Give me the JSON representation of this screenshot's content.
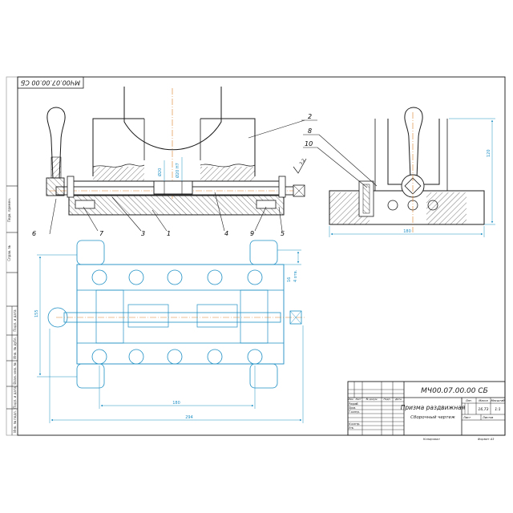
{
  "colors": {
    "background": "#ffffff",
    "outline": "#1a1a1a",
    "hidden_and_dims": "#1d8fc4",
    "axis": "#d9802a"
  },
  "rotated_code": "МЧ00.07.00.00 СБ",
  "callouts": [
    "1",
    "2",
    "3",
    "4",
    "5",
    "6",
    "7",
    "8",
    "9",
    "10"
  ],
  "dimensions": {
    "front_bore_1": "Ø20",
    "front_bore_2": "Ø20 H7",
    "side_height": "120",
    "side_width": "180",
    "plan_height": "155",
    "plan_width_inner": "180",
    "plan_width_overall": "294",
    "plan_small_1": "16",
    "plan_small_2": "4 отв."
  },
  "roughness": "3.2",
  "side_margin_labels": [
    "Перв. примен.",
    "Справ. №",
    "Подп. и дата",
    "Инв. № дубл.",
    "Взам. инв. №",
    "Подп. и дата",
    "Инв. № подл."
  ],
  "title_block": {
    "designation": "МЧ00.07.00.00 СБ",
    "title_line1": "Призма раздвижная",
    "title_line2": "Сборочный чертеж",
    "col_heads": [
      "Лит.",
      "Масса",
      "Масштаб"
    ],
    "mass": "16,73",
    "scale": "1:1",
    "sheet_label": "Лист",
    "sheets_label": "Листов",
    "change_heads": [
      "Изм.",
      "Лист",
      "№ докум.",
      "Подп.",
      "Дата"
    ],
    "roles": [
      "Разраб.",
      "Пров.",
      "Т.контр.",
      "Н.контр.",
      "Утв."
    ],
    "copied": "Копировал",
    "format": "Формат   А3"
  }
}
